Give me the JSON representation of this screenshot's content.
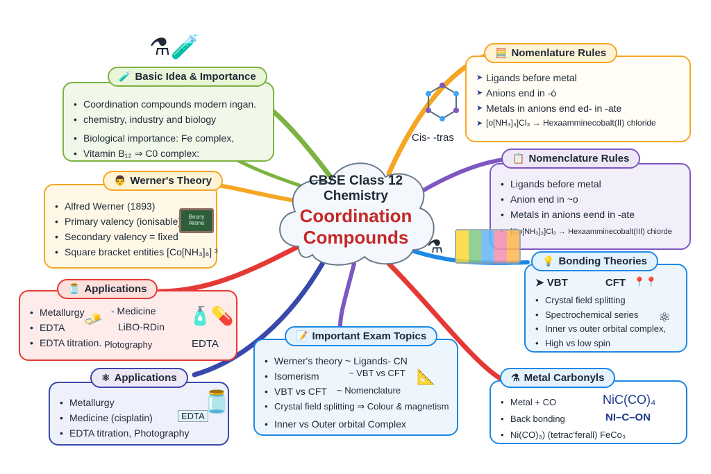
{
  "center": {
    "line1": "CBSE Class 12",
    "line2": "Chemistry",
    "line3": "Coordination",
    "line4": "Compounds"
  },
  "colors": {
    "green": "#7cb342",
    "orange": "#f5a623",
    "red": "#e53935",
    "purple": "#7e57c2",
    "blue": "#1e88e5",
    "teal": "#26a69a"
  },
  "basic": {
    "title": "Basic Idea & Importance",
    "icon": "flask-icon",
    "items": [
      "Coordination compounds modern ingan.",
      "chemistry, industry and biology",
      "Biological importance: Fe complex,",
      "Vitamin B₁₂ ⇒ C0 complex:"
    ]
  },
  "werner": {
    "title": "Werner's Theory",
    "icon": "scientist-icon",
    "items": [
      "Alfred Werner (1893)",
      "Primary valency (ionisable)",
      "Secondary valency = fixed",
      "Square bracket entities [Co[NH₃]₆] ³"
    ],
    "board_text": "Beuny Aktme"
  },
  "applications1": {
    "title": "Applications",
    "icon": "jar-icon",
    "items": [
      "Metallurgy",
      "EDTA",
      "EDTA titration."
    ],
    "extra": [
      "- Medicine",
      "LiBO-RDin",
      "Plotography",
      "EDTA"
    ]
  },
  "applications2": {
    "title": "Applications",
    "icon": "atom-icon",
    "items": [
      "Metallurgy",
      "Medicine (cisplatin)",
      "EDTA titration, Photography"
    ],
    "tag": "EDTA"
  },
  "exam": {
    "title": "Important Exam Topics",
    "icon": "checklist-icon",
    "items": [
      "Werner's theory ~ Ligands- CN",
      "Isomerism",
      "VBT vs CFT",
      "Crystal field splitting ⇒ Colour & magnetism",
      "Inner vs Outer orbital  Complex"
    ],
    "side": [
      "~ VBT vs CFT",
      "~ Nomenclature"
    ]
  },
  "nomen1": {
    "title": "Nomenlature Rules",
    "icon": "abacus-icon",
    "items": [
      "Ligands before metal",
      "Anions end in -ó",
      "Metals in anions end ed- in -ate",
      "[o[NH₃]₃]Cl₃ → Hexaamminecobalt(II) chloride"
    ],
    "structure_label": "Cis- -tras"
  },
  "nomen2": {
    "title": "Nomenclature Rules",
    "icon": "list-icon",
    "items": [
      "Ligands before metal",
      "Anion end in ~o",
      "Metals in anions eend in -ate",
      "[Co[NH₃]₃]Cl₃ → Hexaamminecobalt(III) chiorde"
    ]
  },
  "bonding": {
    "title": "Bonding Theories",
    "icon": "bulb-icon",
    "head": [
      "VBT",
      "CFT"
    ],
    "items": [
      "Crystal field splitting",
      "Spectrochemical series",
      "Inner vs outer orbital complex,",
      "High vs low spin"
    ]
  },
  "carbonyl": {
    "title": "Metal Carbonyls",
    "icon": "molecule-icon",
    "items": [
      "Metal + CO",
      "Back bonding",
      "Ni(CO)₃) (tetrac'ferall) FeCo₃"
    ],
    "formula1": "NiC(CO)₄",
    "formula2": "NI–C–ON"
  }
}
